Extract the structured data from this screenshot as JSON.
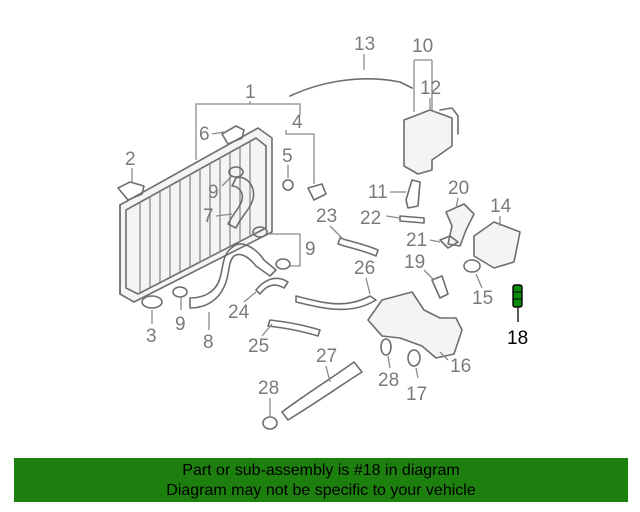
{
  "callouts": {
    "c1": "1",
    "c2": "2",
    "c3": "3",
    "c4": "4",
    "c5": "5",
    "c6": "6",
    "c7": "7",
    "c8": "8",
    "c9a": "9",
    "c9b": "9",
    "c9c": "9",
    "c10": "10",
    "c11": "11",
    "c12": "12",
    "c13": "13",
    "c14": "14",
    "c15": "15",
    "c16": "16",
    "c17": "17",
    "c18": "18",
    "c19": "19",
    "c20": "20",
    "c21": "21",
    "c22": "22",
    "c23": "23",
    "c24": "24",
    "c25": "25",
    "c26": "26",
    "c27": "27",
    "c28a": "28",
    "c28b": "28"
  },
  "highlight": {
    "part_number": "18",
    "color": "#0a8a0a"
  },
  "footer": {
    "line1": "Part or sub-assembly is #18 in diagram",
    "line2": "Diagram may not be specific to your vehicle",
    "background": "#1d7f0d"
  }
}
